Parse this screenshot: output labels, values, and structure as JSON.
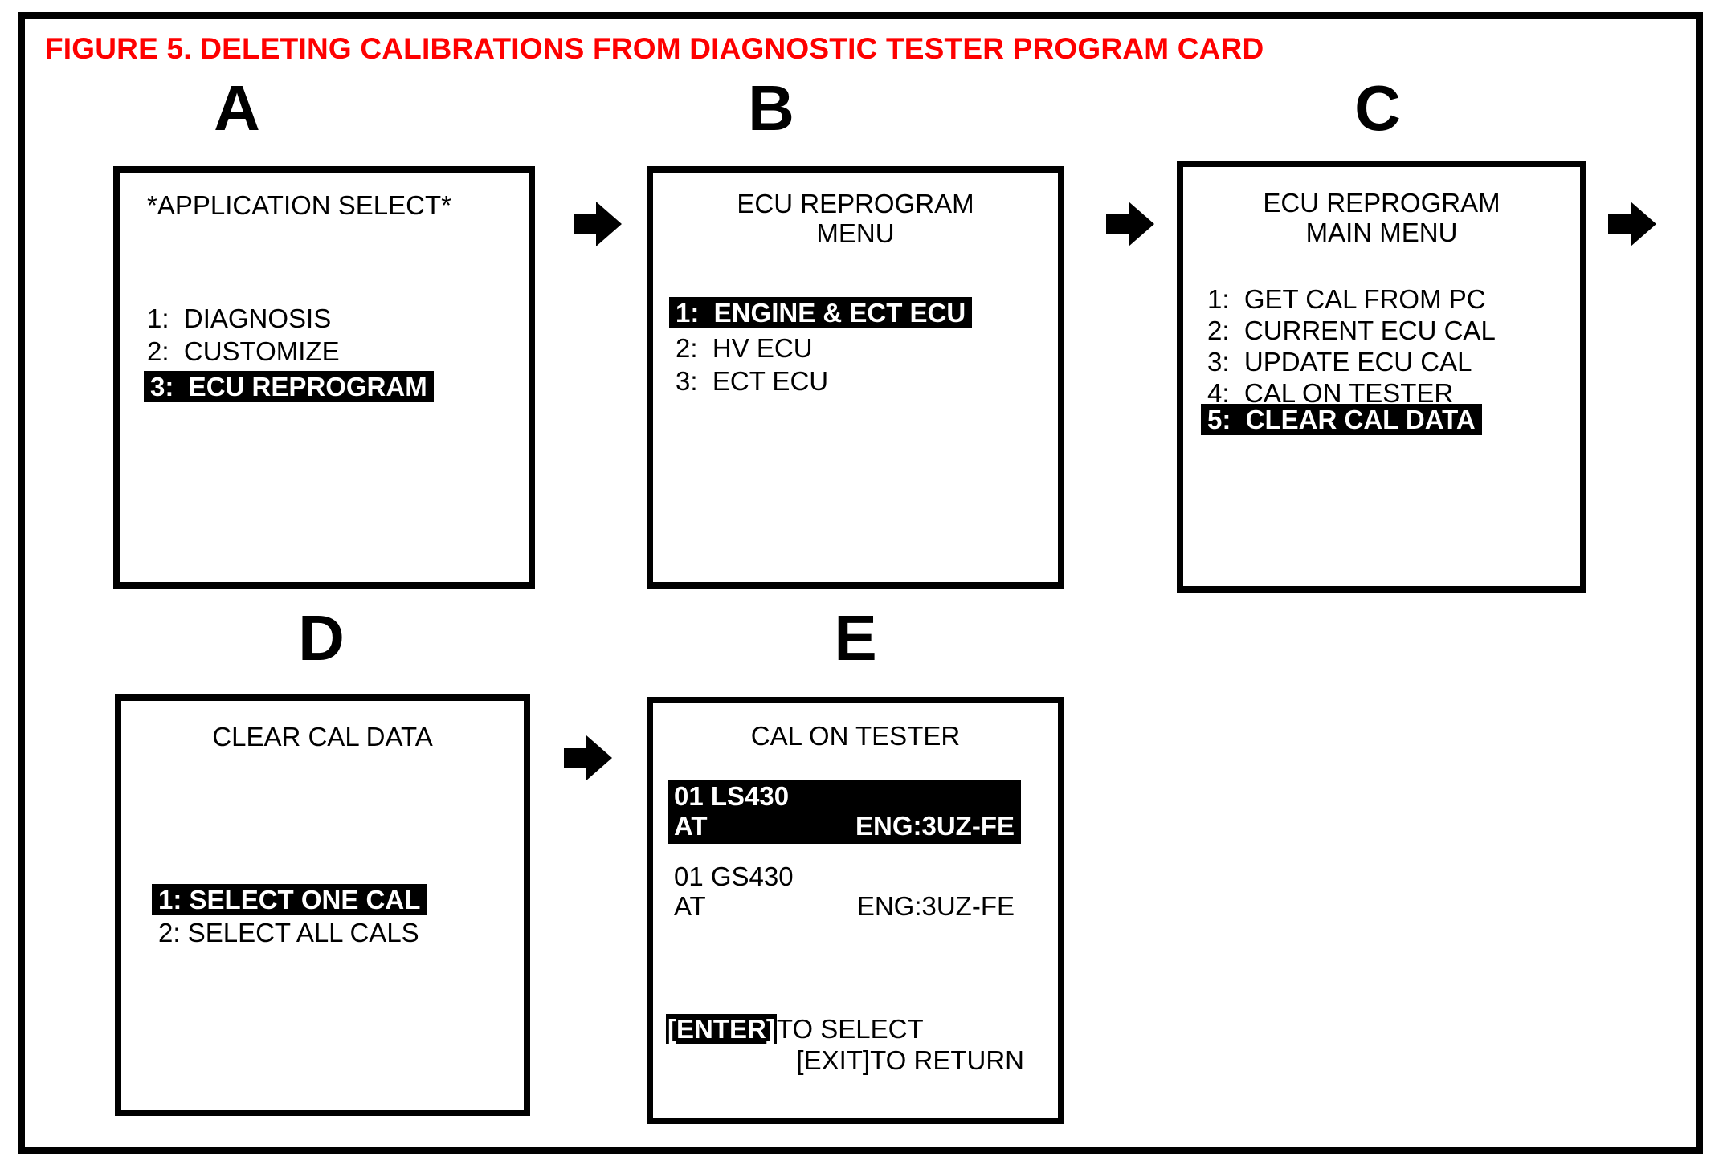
{
  "figure": {
    "title": "FIGURE 5.  DELETING CALIBRATIONS FROM DIAGNOSTIC TESTER PROGRAM CARD",
    "title_color": "#FE0000",
    "frame_color": "#000000",
    "background": "#FFFFFF"
  },
  "steps": [
    {
      "letter": "A",
      "screen_title": "*APPLICATION SELECT*",
      "items": [
        {
          "text": "1:  DIAGNOSIS",
          "highlighted": false
        },
        {
          "text": "2:  CUSTOMIZE",
          "highlighted": false
        },
        {
          "text": "3:  ECU REPROGRAM",
          "highlighted": true
        }
      ]
    },
    {
      "letter": "B",
      "screen_title": "ECU REPROGRAM\nMENU",
      "items": [
        {
          "text": "1:  ENGINE & ECT ECU",
          "highlighted": true
        },
        {
          "text": "2:  HV ECU",
          "highlighted": false
        },
        {
          "text": "3:  ECT ECU",
          "highlighted": false
        }
      ]
    },
    {
      "letter": "C",
      "screen_title": "ECU REPROGRAM\nMAIN MENU",
      "items": [
        {
          "text": "1:  GET CAL FROM PC",
          "highlighted": false
        },
        {
          "text": "2:  CURRENT ECU CAL",
          "highlighted": false
        },
        {
          "text": "3:  UPDATE ECU CAL",
          "highlighted": false
        },
        {
          "text": "4:  CAL ON TESTER",
          "highlighted": false
        },
        {
          "text": "5:  CLEAR CAL DATA",
          "highlighted": true
        }
      ]
    },
    {
      "letter": "D",
      "screen_title": "CLEAR CAL DATA",
      "items": [
        {
          "text": "1: SELECT ONE CAL",
          "highlighted": true
        },
        {
          "text": "2: SELECT ALL CALS",
          "highlighted": false
        }
      ]
    },
    {
      "letter": "E",
      "screen_title": "CAL ON TESTER",
      "cal_entries": [
        {
          "name": "01 LS430",
          "trans": "AT",
          "engine": "ENG:3UZ-FE",
          "highlighted": true
        },
        {
          "name": "01 GS430",
          "trans": "AT",
          "engine": "ENG:3UZ-FE",
          "highlighted": false
        }
      ],
      "footer": [
        {
          "key": "[ENTER]",
          "key_highlighted": true,
          "action": "TO SELECT"
        },
        {
          "key": "[EXIT]",
          "key_highlighted": false,
          "action": "TO RETURN"
        }
      ]
    }
  ],
  "arrows": [
    {
      "name": "arrow-a-to-b"
    },
    {
      "name": "arrow-b-to-c"
    },
    {
      "name": "arrow-c-to-d"
    },
    {
      "name": "arrow-d-to-e"
    }
  ]
}
